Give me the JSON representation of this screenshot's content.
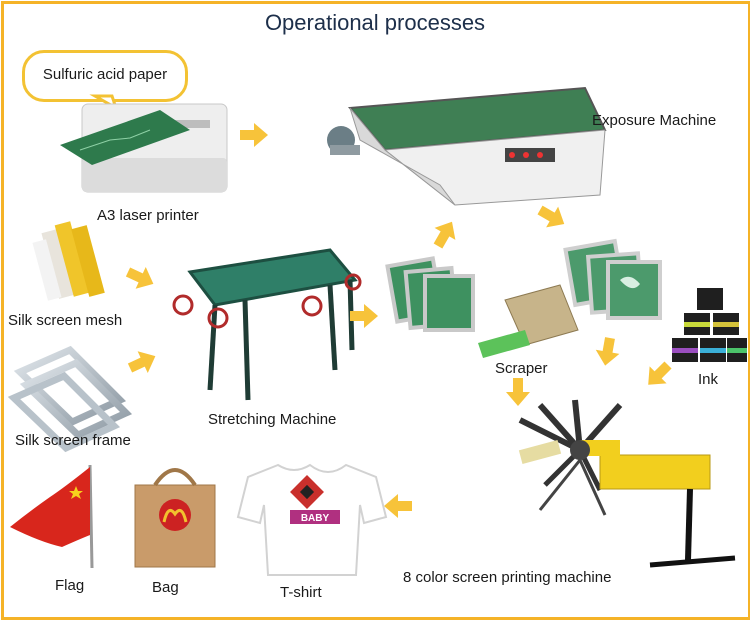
{
  "title": "Operational processes",
  "bubble_text": "Sulfuric acid paper",
  "labels": {
    "printer": "A3 laser printer",
    "exposure": "Exposure Machine",
    "mesh": "Silk screen mesh",
    "frame": "Silk screen frame",
    "stretching": "Stretching Machine",
    "scraper": "Scraper",
    "ink": "Ink",
    "press": "8 color screen printing machine",
    "flag": "Flag",
    "bag": "Bag",
    "tshirt": "T-shirt"
  },
  "tshirt_print": "BABY",
  "colors": {
    "border": "#f5b327",
    "arrow": "#f7c33a",
    "screen_green": "#2f8a55",
    "press_yellow": "#f2cf1e",
    "flag_red": "#d8261c"
  }
}
